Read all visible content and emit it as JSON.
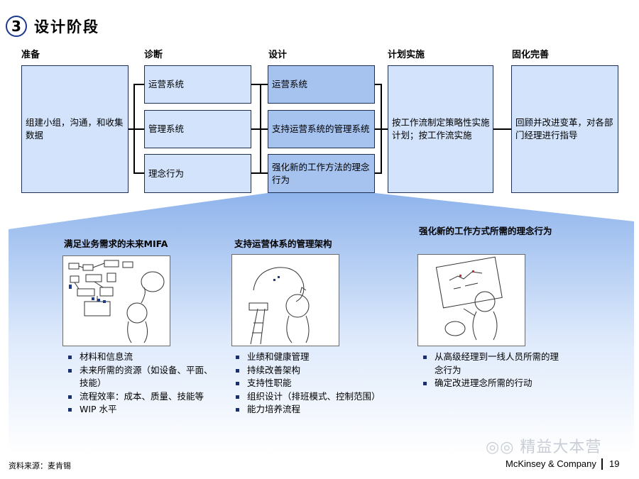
{
  "header": {
    "step_number": "3",
    "title": "设计阶段"
  },
  "phases": [
    "准备",
    "诊断",
    "设计",
    "计划实施",
    "固化完善"
  ],
  "boxes": {
    "prep": "组建小组，沟通，和收集数据",
    "diag": [
      "运营系统",
      "管理系统",
      "理念行为"
    ],
    "design": [
      "运营系统",
      "支持运营系统的管理系统",
      "强化新的工作方法的理念行为"
    ],
    "plan": "按工作流制定策略性实施计划；按工作流实施",
    "refine": "回顾并改进变革，对各部门经理进行指导"
  },
  "columns": [
    {
      "title": "满足业务需求的未来MIFA",
      "bullets": [
        "材料和信息流",
        "未来所需的资源（如设备、平面、技能）",
        "流程效率：成本、质量、技能等",
        "WIP 水平"
      ]
    },
    {
      "title": "支持运营体系的管理架构",
      "bullets": [
        "业绩和健康管理",
        "持续改善架构",
        "支持性职能",
        "组织设计（排班模式、控制范围）",
        "能力培养流程"
      ]
    },
    {
      "title": "强化新的工作方式所需的理念行为",
      "bullets": [
        "从高级经理到一线人员所需的理念行为",
        "确定改进理念所需的行动"
      ]
    }
  ],
  "footer": {
    "source": "资料来源：麦肯锡",
    "company": "McKinsey & Company",
    "page": "19",
    "watermark": "精益大本营"
  },
  "colors": {
    "light_box": "#d2e3fb",
    "dark_box": "#a6c2ef",
    "circle_border": "#1b3a8c",
    "bullet": "#1b2f6b"
  }
}
